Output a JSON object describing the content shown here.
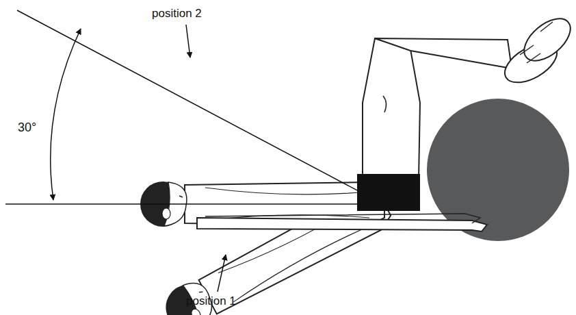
{
  "diagram": {
    "labels": [
      "position 2",
      "position 1",
      "30°"
    ]
  }
}
